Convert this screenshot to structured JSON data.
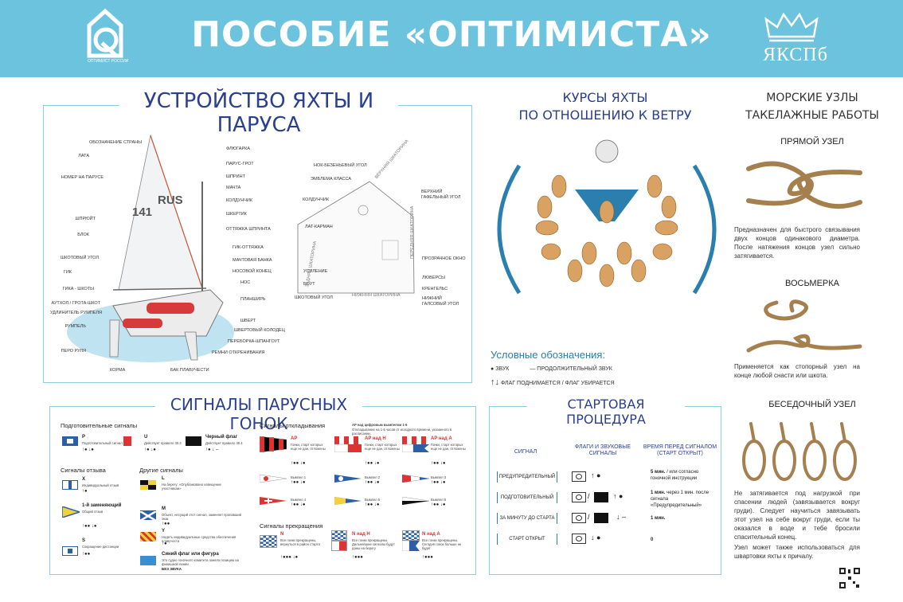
{
  "header": {
    "title": "ПОСОБИЕ «ОПТИМИСТА»",
    "logo_left_text": "ОПТИМИСТ РОССИИ",
    "logo_right_text": "ЯКСПб",
    "bg_color": "#6cc3de"
  },
  "yacht": {
    "title": "УСТРОЙСТВО ЯХТЫ И ПАРУСА",
    "sail_text": "RUS",
    "sail_number": "141",
    "labels_left": [
      "ОБОЗНАЧЕНИЕ СТРАНЫ",
      "ЛАТА",
      "НОМЕР НА ПАРУСЕ",
      "ШПРЮЙТ",
      "БЛОК",
      "ШКОТОВЫЙ УГОЛ",
      "ГИК",
      "ГИКА - ШКОТЫ",
      "АУТХОЛ / ГРОТА-ШКОТ",
      "УДЛИНИТЕЛЬ РУМПЕЛЯ",
      "РУМПЕЛЬ",
      "ПЕРО РУЛЯ",
      "КОРМА",
      "БАК ПЛАВУЧЕСТИ"
    ],
    "labels_right": [
      "ФЛЮГАРКА",
      "ПАРУС-ГРОТ",
      "ШПРИНТ",
      "МАЧТА",
      "КОЛДУНЧИК",
      "ШКЕРТИК",
      "ОТТЯЖКА ШПРИНТА",
      "ГИК-ОТТЯЖКА",
      "МАЧТОВАЯ БАНКА",
      "НОСОВОЙ КОНЕЦ",
      "НОС",
      "ПЛАНШИРЬ",
      "ШВЕРТ",
      "ШВЕРТОВЫЙ КОЛОДЕЦ",
      "ПЕРЕБОРКА-ШПАНГОУТ",
      "РЕМНИ ОТКРЕНИВАНИЯ"
    ],
    "sail_labels_left": [
      "НОК-БЕЗЕНЬЕВЫЙ УГОЛ",
      "ЭМБЛЕМА КЛАССА",
      "КОЛДУНЧИК",
      "ЛАТ-КАРМАН",
      "УСИЛЕНИЕ",
      "БОУТ",
      "ШКОТОВЫЙ УГОЛ"
    ],
    "sail_labels_right": [
      "ВЕРХНИЙ ГАФЕЛЬНЫЙ УГОЛ",
      "ПРОЗРАЧНОЕ ОКНО",
      "ЛЮВЕРСЫ",
      "КРЕНГЕЛЬС",
      "НИЖНИЙ ГАЛСОВЫЙ УГОЛ"
    ],
    "sail_edges": [
      "ВЕРХНЯЯ ШКАТОРИНА",
      "ПЕРЕДНЯЯ ШКАТОРИНА",
      "ЗАДНЯЯ ШКАТОРИНА",
      "НИЖНЯЯ ШКАТОРИНА"
    ]
  },
  "courses": {
    "title_line1": "КУРСЫ ЯХТЫ",
    "title_line2": "ПО ОТНОШЕНИЮ К ВЕТРУ",
    "legend_title": "Условные обозначения:",
    "legend_sound": "ЗВУК",
    "legend_long_sound": "ПРОДОЛЖИТЕЛЬНЫЙ ЗВУК",
    "legend_flag": "ФЛАГ ПОДНИМАЕТСЯ / ФЛАГ УБИРАЕТСЯ",
    "accent": "#2a7fae"
  },
  "knots": {
    "title_line1": "МОРСКИЕ УЗЛЫ",
    "title_line2": "ТАКЕЛАЖНЫЕ РАБОТЫ",
    "items": [
      {
        "name": "ПРЯМОЙ УЗЕЛ",
        "desc": "Предназначен для быстрого связывания двух концов одинакового диаметра. После натяжения концов узел сильно затягивается."
      },
      {
        "name": "ВОСЬМЕРКА",
        "desc": "Применяется как стопорный узел на конце любой снасти или шкота."
      },
      {
        "name": "БЕСЕДОЧНЫЙ УЗЕЛ",
        "desc": "Не затягивается под нагрузкой при спасении людей (завязывается вокруг груди). Следует научиться завязывать этот узел на себе вокруг груди, если ты оказался в воде и тебе бросили спасительный конец.",
        "desc2": "Узел может также использоваться для швартовки яхты к причалу."
      }
    ]
  },
  "signals": {
    "title": "СИГНАЛЫ ПАРУСНЫХ ГОНОК",
    "groups": {
      "prep": "Подготовительные сигналы",
      "recall": "Сигналы отзыва",
      "other": "Другие сигналы",
      "postpone": "Сигналы откладывания",
      "abandon": "Сигналы прекращения"
    },
    "prep_flags": [
      {
        "code": "P",
        "desc": "Подготовительный сигнал",
        "sound": "↑● ↓●"
      },
      {
        "code": "U",
        "desc": "Действует правило 30.3",
        "sound": "↑● ↓●"
      },
      {
        "code": "Черный флаг",
        "desc": "Действует правило 30.4",
        "sound": "↑● ↓ –"
      }
    ],
    "recall_flags": [
      {
        "code": "X",
        "desc": "Индивидуальный отзыв",
        "sound": "↑●"
      },
      {
        "code": "1-й заменяющий",
        "desc": "Общий отзыв",
        "sound": "↑●● ↓●"
      },
      {
        "code": "S",
        "desc": "Сокращение дистанции",
        "sound": "↑●●"
      }
    ],
    "other_flags": [
      {
        "code": "L",
        "desc": "На берегу: «Опубликовано извещение участникам»",
        "sound": ""
      },
      {
        "code": "M",
        "desc": "Объект, несущий этот сигнал, заменяет пропавший знак",
        "sound": "↑●●"
      },
      {
        "code": "Y",
        "desc": "Надеть индивидуальные средства обеспечения плавучести",
        "sound": "↑●"
      },
      {
        "code": "Синий флаг или фигура",
        "desc": "Это судно гоночного комитета заняло позицию на финишной линии",
        "sound": "БЕЗ ЗВУКА"
      }
    ],
    "postpone_flags": [
      {
        "code": "AP",
        "desc": "Гонки, старт которых еще не дан, отложены",
        "sound": "↑●● ↓●"
      },
      {
        "code": "AP над H",
        "desc": "Гонки, старт которых еще не дан, отложены",
        "sound": "↑●● ↓●"
      },
      {
        "code": "AP над A",
        "desc": "Гонки, старт которых еще не дан, отложены",
        "sound": "↑●● ↓●"
      }
    ],
    "postpone_note": "AP над цифровым вымпелом 1-6",
    "postpone_sub": "Откладывание на 1-6 часов от исходного времени, указанного в расписании.",
    "pennants": [
      "Вымпел 1",
      "Вымпел 2",
      "Вымпел 3",
      "Вымпел 4",
      "Вымпел 5",
      "Вымпел 6"
    ],
    "pennant_sound": "↑●● ↓●",
    "abandon_flags": [
      {
        "code": "N",
        "desc": "Все гонки прекращены, вернуться в район старта",
        "sound": "↑●●● ↓●"
      },
      {
        "code": "N над H",
        "desc": "Все гонки прекращены. Дальнейшие сигналы будут даны на берегу",
        "sound": "↑●●●"
      },
      {
        "code": "N над A",
        "desc": "Все гонки прекращены. Сегодня гонок больше не будет",
        "sound": "↑●●●"
      }
    ]
  },
  "start": {
    "title": "СТАРТОВАЯ ПРОЦЕДУРА",
    "col_signal": "СИГНАЛ",
    "col_flags": "ФЛАГИ И ЗВУКОВЫЕ СИГНАЛЫ",
    "col_time": "ВРЕМЯ ПЕРЕД СИГНАЛОМ (СТАРТ ОТКРЫТ)",
    "rows": [
      {
        "signal": "ПРЕДУПРЕДИТЕЛЬНЫЙ",
        "sound": "↑ ●",
        "time_bold": "5 мин.",
        "time_rest": "/ или согласно гоночной инструкции"
      },
      {
        "signal": "ПОДГОТОВИТЕЛЬНЫЙ",
        "sound": "↑ ●",
        "time_bold": "1 мин.",
        "time_rest": "через 1 мин. после сигнала «Предупредительный»"
      },
      {
        "signal": "ЗА МИНУТУ ДО СТАРТА",
        "sound": "↓ –",
        "time_bold": "1 мин.",
        "time_rest": ""
      },
      {
        "signal": "СТАРТ ОТКРЫТ",
        "sound": "↓ ●",
        "time_bold": "0",
        "time_rest": ""
      }
    ]
  }
}
